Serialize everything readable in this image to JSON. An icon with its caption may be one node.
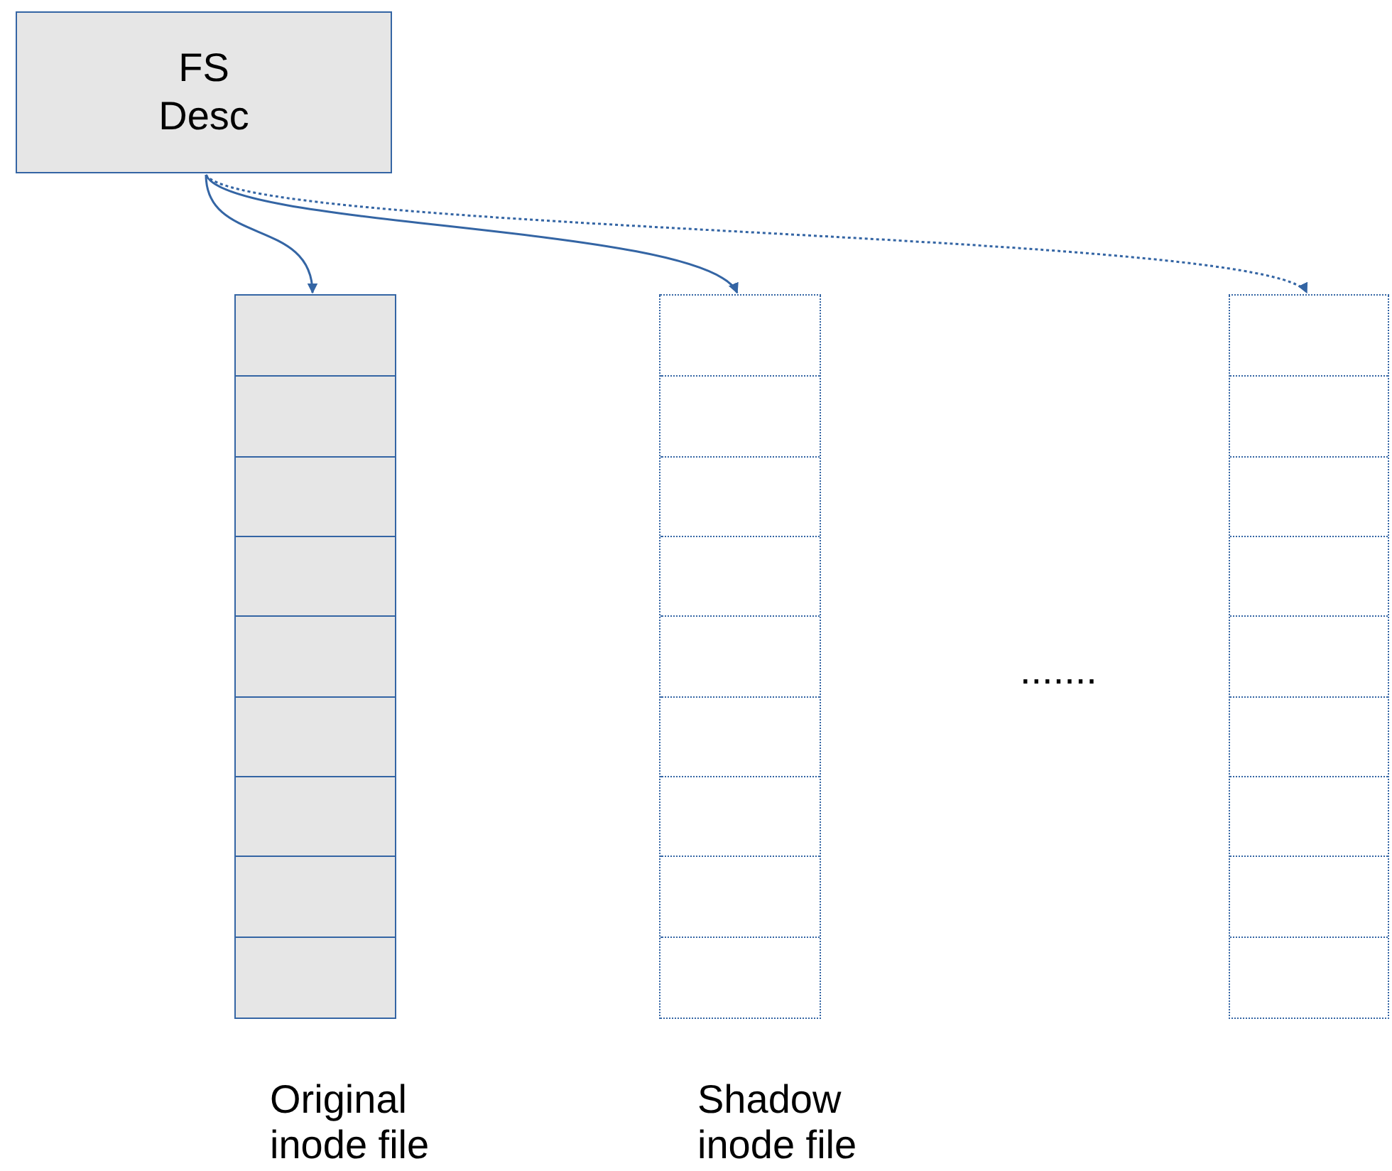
{
  "diagram": {
    "nodes": [
      {
        "text": [
          "FS Desc"
        ]
      },
      {
        "text": [],
        "shape": "box",
        "beside": [
          "Original inode file"
        ]
      },
      {
        "text": [],
        "shape": "box",
        "beside": [
          "Shadow inode file"
        ]
      },
      {
        "text": [],
        "shape": "box"
      }
    ],
    "edges": [
      {
        "from": 0,
        "to": 1,
        "arrow": "to"
      },
      {
        "from": 0,
        "to": 2,
        "arrow": "to"
      },
      {
        "from": 0,
        "to": 3,
        "arrow": "to",
        "style": "dashed"
      }
    ],
    "labels": [
      "......."
    ]
  }
}
